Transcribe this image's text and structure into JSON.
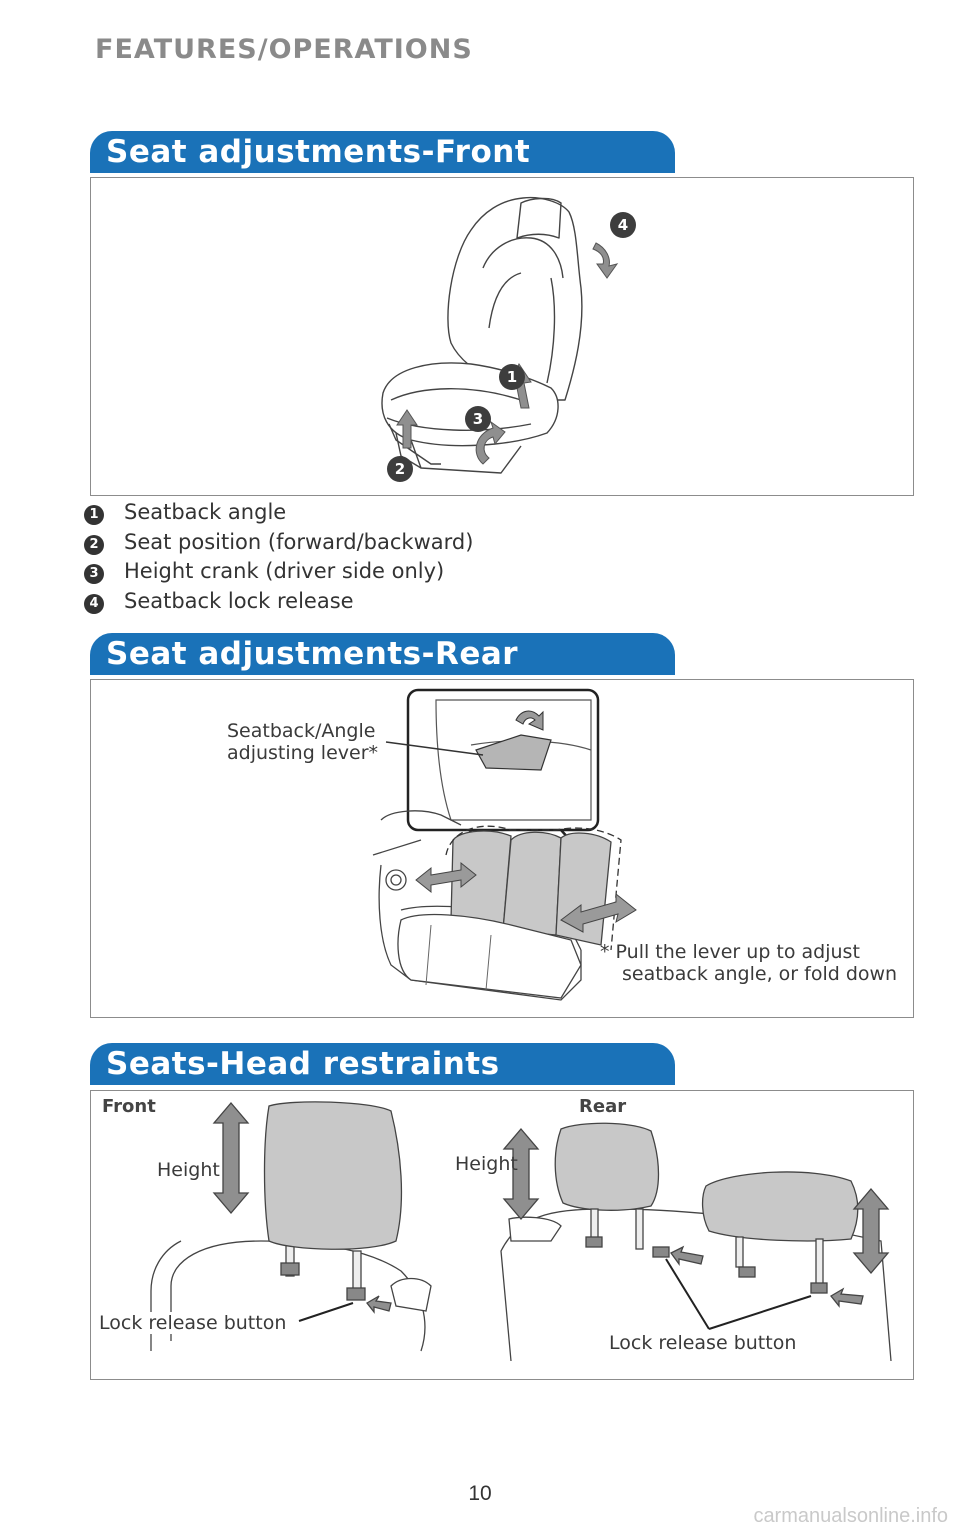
{
  "header": {
    "title": "FEATURES/OPERATIONS"
  },
  "front": {
    "title": "Seat adjustments-Front",
    "badges": [
      "1",
      "2",
      "3",
      "4"
    ],
    "legend": [
      {
        "num": "1",
        "text": "Seatback angle"
      },
      {
        "num": "2",
        "text": "Seat position (forward/backward)"
      },
      {
        "num": "3",
        "text": "Height crank (driver side only)"
      },
      {
        "num": "4",
        "text": "Seatback lock release"
      }
    ]
  },
  "rear": {
    "title": "Seat adjustments-Rear",
    "lever_label_line1": "Seatback/Angle",
    "lever_label_line2": "adjusting lever*",
    "footnote_line1": "* Pull the lever up to adjust",
    "footnote_line2": "seatback angle, or fold down"
  },
  "head": {
    "title": "Seats-Head restraints",
    "front_label": "Front",
    "rear_label": "Rear",
    "front_height": "Height",
    "rear_height": "Height",
    "front_lock": "Lock release button",
    "rear_lock": "Lock release button"
  },
  "footer": {
    "page_number": "10",
    "watermark": "carmanualsonline.info"
  },
  "colors": {
    "accent": "#1a72b8",
    "header_gray": "#8a8a8a",
    "seat_gray": "#c8c8c8",
    "arrow_gray": "#8f8f8f"
  }
}
